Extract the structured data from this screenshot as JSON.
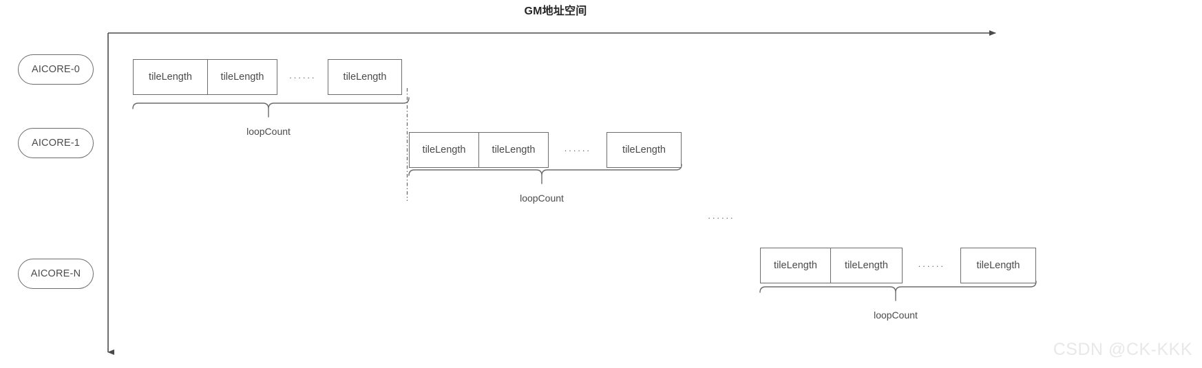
{
  "title": "GM地址空间",
  "watermark": "CSDN @CK-KKK",
  "icons": {
    "axis_horizontal": "arrow-right-icon",
    "axis_vertical": "arrow-down-icon",
    "separator": "dash-dot-line-icon",
    "brace": "curly-brace-icon"
  },
  "cores": [
    {
      "label": "AICORE-0"
    },
    {
      "label": "AICORE-1"
    },
    {
      "label": "AICORE-N"
    }
  ],
  "rows": [
    {
      "core": "AICORE-0",
      "tiles": [
        "tileLength",
        "tileLength",
        "tileLength"
      ],
      "gap_dots": "······",
      "brace_label": "loopCount"
    },
    {
      "core": "AICORE-1",
      "tiles": [
        "tileLength",
        "tileLength",
        "tileLength"
      ],
      "gap_dots": "······",
      "brace_label": "loopCount"
    },
    {
      "core": "AICORE-N",
      "tiles": [
        "tileLength",
        "tileLength",
        "tileLength"
      ],
      "gap_dots": "······",
      "brace_label": "loopCount"
    }
  ],
  "middle_ellipsis": "······",
  "colors": {
    "stroke": "#6b6b6b",
    "axis": "#4a4a4a",
    "text": "#4a4a4a",
    "title": "#262626",
    "background": "#ffffff",
    "watermark": "#e8e8e8"
  }
}
